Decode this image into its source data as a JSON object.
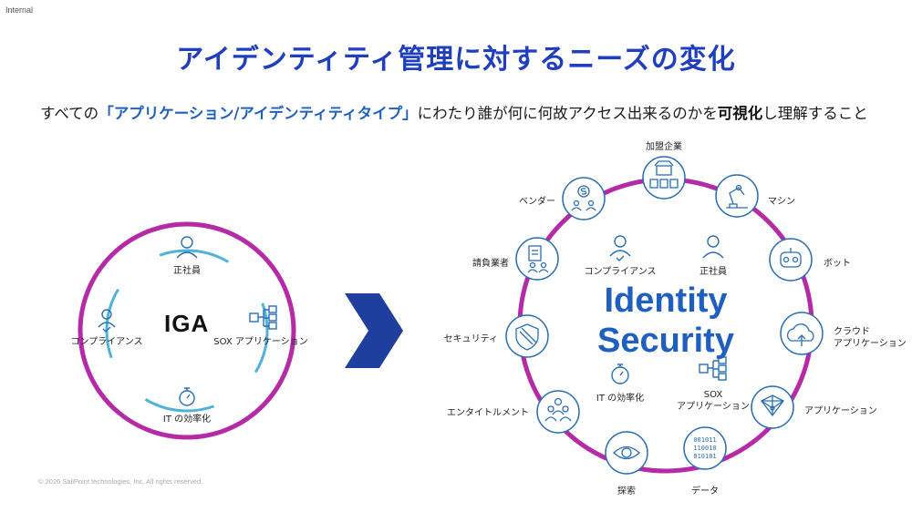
{
  "corner_label": "Internal",
  "title": "アイデンティティ管理に対するニーズの変化",
  "subtitle": {
    "part1": "すべての",
    "part2": "「アプリケーション/アイデンティティタイプ」",
    "part3": "にわたり誰が何に何故アクセス出来るのかを",
    "part4": "可視化",
    "part5": "し理解すること"
  },
  "copyright": "© 2026 SailPoint technologies, Inc. All rights reserved.",
  "iga": {
    "center": "IGA",
    "labels": {
      "employee": "正社員",
      "compliance": "コンプライアンス",
      "sox": "SOX アプリケーション",
      "it_efficiency": "IT の効率化"
    }
  },
  "identity_security": {
    "center_line1": "Identity",
    "center_line2": "Security",
    "inner_labels": {
      "compliance": "コンプライアンス",
      "employee": "正社員",
      "it_efficiency": "IT の効率化",
      "sox_line1": "SOX",
      "sox_line2": "アプリケーション"
    },
    "outer_labels": {
      "franchise": "加盟企業",
      "machine": "マシン",
      "bot": "ボット",
      "cloud_line1": "クラウド",
      "cloud_line2": "アプリケーション",
      "application": "アプリケーション",
      "data": "データ",
      "discovery": "探索",
      "entitlement": "エンタイトルメント",
      "security": "セキュリティ",
      "contractor": "請負業者",
      "vendor": "ベンダー"
    }
  },
  "colors": {
    "title_blue": "#1f3fbf",
    "accent_blue": "#1f5fbf",
    "ring_magenta": "#b52aa6",
    "ring_light": "#4fb3d9",
    "icon_stroke": "#2a6fb5",
    "arrow_navy": "#1f3f9f"
  }
}
